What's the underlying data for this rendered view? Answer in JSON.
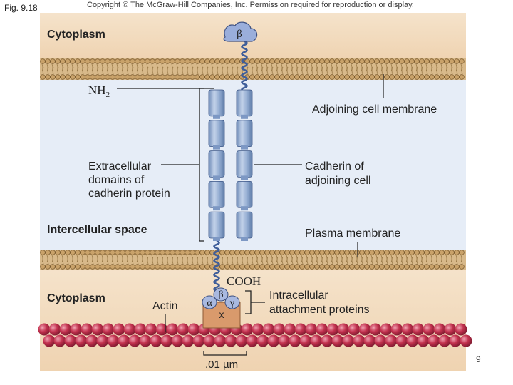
{
  "header": {
    "figure_label": "Fig. 9.18",
    "copyright": "Copyright © The McGraw-Hill Companies, Inc. Permission required for reproduction or display."
  },
  "footer": {
    "page_number": "9"
  },
  "regions": {
    "cytoplasm_top": "Cytoplasm",
    "intercellular_space": "Intercellular space",
    "cytoplasm_bottom": "Cytoplasm"
  },
  "labels": {
    "nh2": "NH",
    "nh2_sub": "2",
    "adjoining_membrane": "Adjoining cell membrane",
    "extracellular_line1": "Extracellular",
    "extracellular_line2": "domains of",
    "extracellular_line3": "cadherin protein",
    "cadherin_line1": "Cadherin of",
    "cadherin_line2": "adjoining cell",
    "plasma_membrane": "Plasma membrane",
    "cooh": "COOH",
    "intracellular_line1": "Intracellular",
    "intracellular_line2": "attachment proteins",
    "actin": "Actin",
    "scale": ".01 µm"
  },
  "proteins": {
    "beta_top": "β",
    "alpha": "α",
    "beta": "β",
    "gamma": "γ",
    "x": "x"
  },
  "colors": {
    "cytoplasm": "#f3dcc0",
    "intercellular": "#e4ecf6",
    "membrane": "#c9a26a",
    "cadherin": "#8fa9cf",
    "actin": "#c2314e",
    "attachment": "#d99a6c"
  }
}
